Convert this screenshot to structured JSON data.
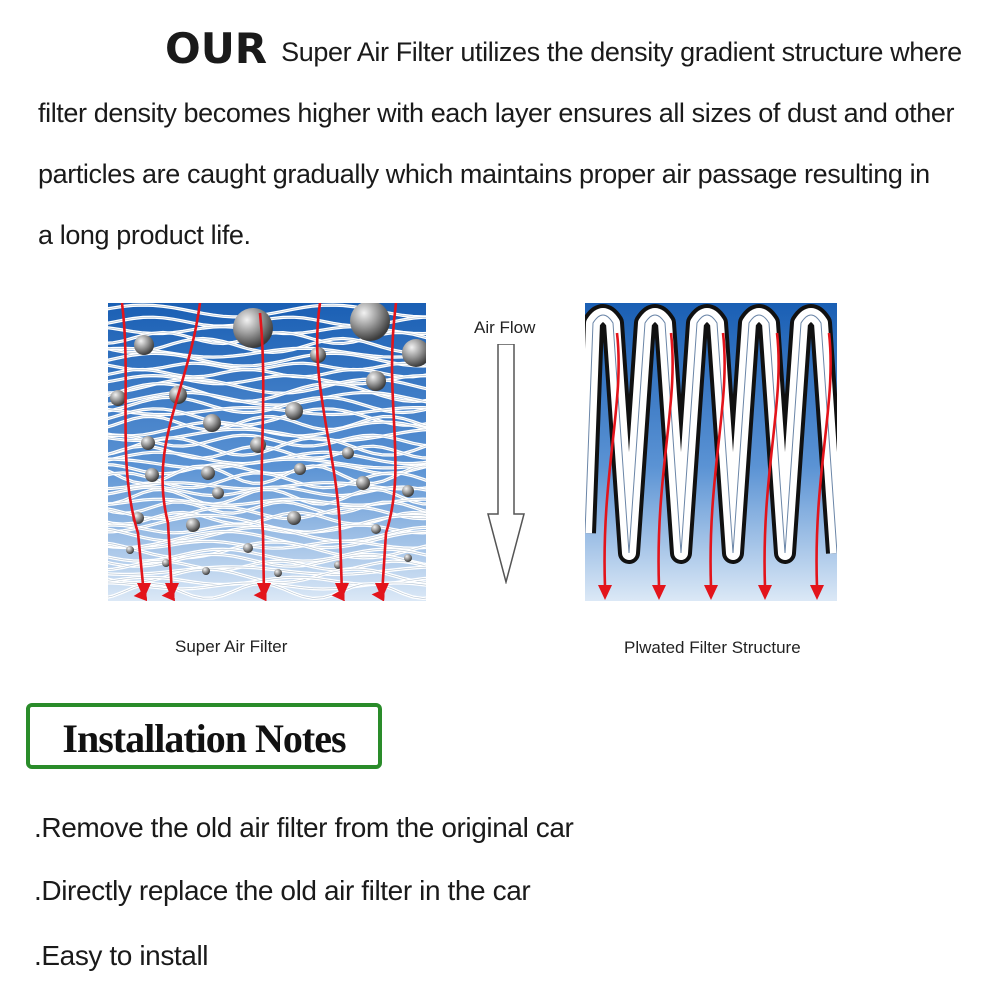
{
  "intro": {
    "emphasis": "OUR",
    "line1": "Super Air Filter utilizes the density gradient structure where",
    "line2": "filter density becomes higher with each layer ensures all sizes of dust and other",
    "line3": "particles are caught gradually which maintains proper air passage resulting in",
    "line4": "a long product life."
  },
  "diagram": {
    "air_flow_label": "Air Flow",
    "super_caption": "Super Air Filter",
    "pleated_caption": "Plwated Filter Structure"
  },
  "installation": {
    "title": "Installation Notes",
    "notes": [
      ".Remove the old air filter from the original car",
      ".Directly replace the old air filter in the car",
      ".Easy to install"
    ]
  },
  "colors": {
    "panel_blue_top": "#1a5fb4",
    "panel_blue_bottom": "#cfe0f2",
    "arrow_red": "#e3141b",
    "notes_border": "#2a8c2a"
  }
}
